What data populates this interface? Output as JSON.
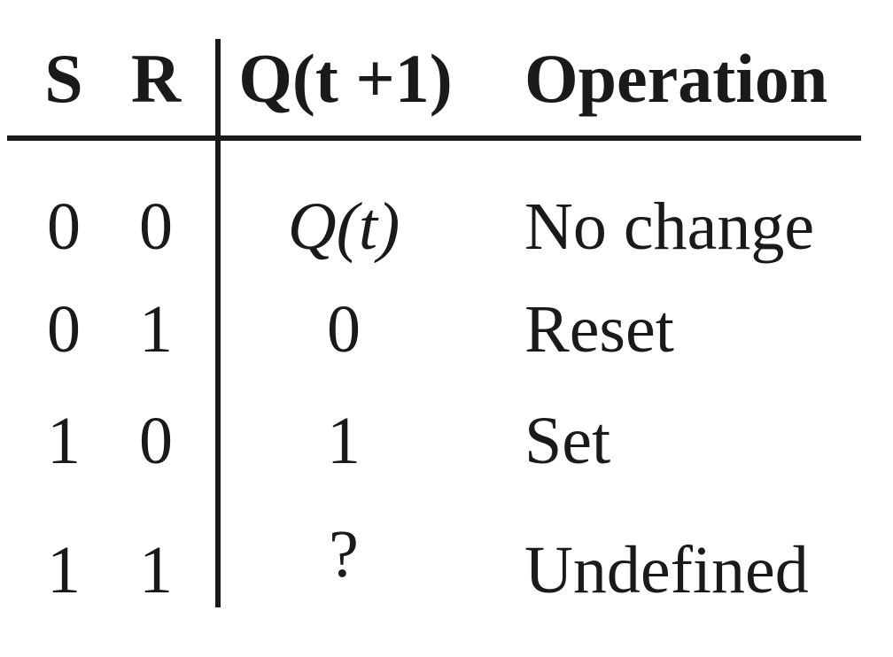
{
  "table": {
    "headers": {
      "s": "S",
      "r": "R",
      "q_next": "Q(t +1)",
      "operation": "Operation"
    },
    "rows": [
      {
        "s": "0",
        "r": "0",
        "q_next": "Q(t)",
        "operation": "No change"
      },
      {
        "s": "0",
        "r": "1",
        "q_next": "0",
        "operation": "Reset"
      },
      {
        "s": "1",
        "r": "0",
        "q_next": "1",
        "operation": "Set"
      },
      {
        "s": "1",
        "r": "1",
        "q_next": "?",
        "operation": "Undefined"
      }
    ]
  }
}
